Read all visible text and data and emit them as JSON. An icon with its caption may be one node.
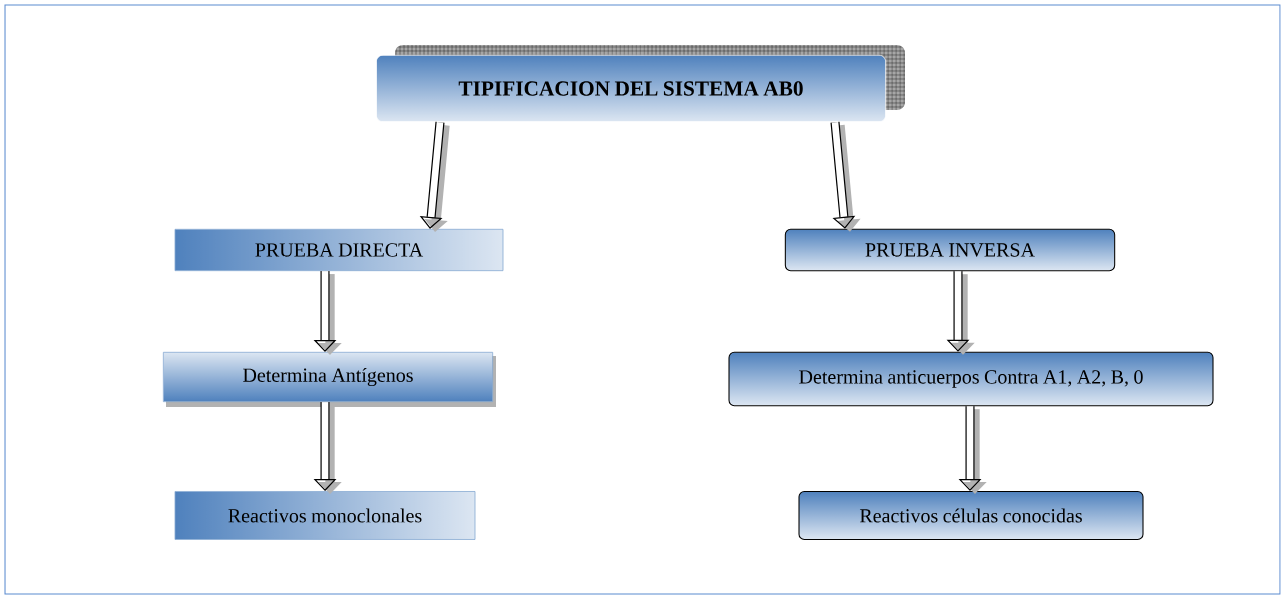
{
  "diagram": {
    "nodes": [
      {
        "text": [
          "TIPIFICACION DEL SISTEMA AB0"
        ]
      },
      {
        "text": [
          "PRUEBA DIRECTA"
        ]
      },
      {
        "text": [
          "PRUEBA INVERSA"
        ]
      },
      {
        "text": [
          "Determina Antígenos"
        ]
      },
      {
        "text": [
          "Determina anticuerpos Contra A1, A2, B, 0"
        ]
      },
      {
        "text": [
          "Reactivos  monoclonales"
        ]
      },
      {
        "text": [
          "Reactivos células conocidas"
        ]
      }
    ],
    "edges": [
      {
        "from": 0,
        "to": 1,
        "arrow": "to"
      },
      {
        "from": 0,
        "to": 2,
        "arrow": "to"
      },
      {
        "from": 1,
        "to": 3,
        "arrow": "to"
      },
      {
        "from": 2,
        "to": 4,
        "arrow": "to"
      },
      {
        "from": 3,
        "to": 5,
        "arrow": "to"
      },
      {
        "from": 4,
        "to": 6,
        "arrow": "to"
      }
    ]
  }
}
